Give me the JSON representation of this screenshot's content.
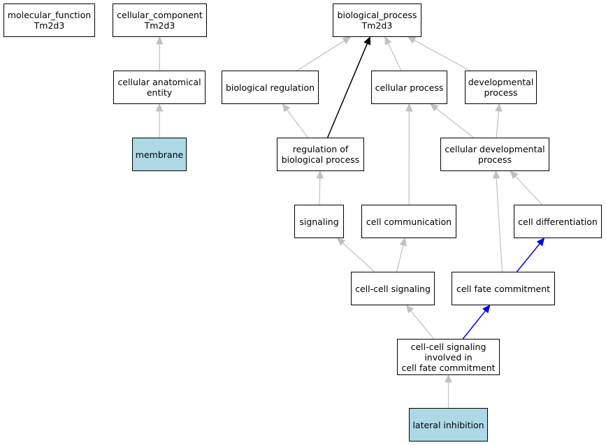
{
  "colors": {
    "default_edge": "#c0c0c0",
    "is_a_edge": "#000000",
    "highlight_edge": "#0000ff",
    "annotated_fill": "#add8e6",
    "node_fill": "#ffffff"
  },
  "nodes": {
    "molecular_function": {
      "label": "molecular_function\nTm2d3"
    },
    "cellular_component": {
      "label": "cellular_component\nTm2d3"
    },
    "biological_process": {
      "label": "biological_process\nTm2d3"
    },
    "cellular_anatomical_entity": {
      "label": "cellular anatomical\nentity"
    },
    "membrane": {
      "label": "membrane"
    },
    "biological_regulation": {
      "label": "biological regulation"
    },
    "cellular_process": {
      "label": "cellular process"
    },
    "developmental_process": {
      "label": "developmental\nprocess"
    },
    "regulation_of_biological_process": {
      "label": "regulation of\nbiological process"
    },
    "cellular_developmental_process": {
      "label": "cellular developmental\nprocess"
    },
    "signaling": {
      "label": "signaling"
    },
    "cell_communication": {
      "label": "cell communication"
    },
    "cell_differentiation": {
      "label": "cell differentiation"
    },
    "cell_cell_signaling": {
      "label": "cell-cell signaling"
    },
    "cell_fate_commitment": {
      "label": "cell fate commitment"
    },
    "cell_cell_signaling_cfc": {
      "label": "cell-cell signaling\ninvolved in\ncell fate commitment"
    },
    "lateral_inhibition": {
      "label": "lateral inhibition"
    }
  },
  "edges": [
    {
      "from": "cellular_anatomical_entity",
      "to": "cellular_component",
      "style": "default"
    },
    {
      "from": "membrane",
      "to": "cellular_anatomical_entity",
      "style": "default"
    },
    {
      "from": "biological_regulation",
      "to": "biological_process",
      "style": "default"
    },
    {
      "from": "regulation_of_biological_process",
      "to": "biological_process",
      "style": "is_a"
    },
    {
      "from": "cellular_process",
      "to": "biological_process",
      "style": "default"
    },
    {
      "from": "developmental_process",
      "to": "biological_process",
      "style": "default"
    },
    {
      "from": "regulation_of_biological_process",
      "to": "biological_regulation",
      "style": "default"
    },
    {
      "from": "cellular_developmental_process",
      "to": "cellular_process",
      "style": "default"
    },
    {
      "from": "cellular_developmental_process",
      "to": "developmental_process",
      "style": "default"
    },
    {
      "from": "signaling",
      "to": "regulation_of_biological_process",
      "style": "default"
    },
    {
      "from": "cell_communication",
      "to": "cellular_process",
      "style": "default"
    },
    {
      "from": "cell_differentiation",
      "to": "cellular_developmental_process",
      "style": "default"
    },
    {
      "from": "cell_cell_signaling",
      "to": "signaling",
      "style": "default"
    },
    {
      "from": "cell_cell_signaling",
      "to": "cell_communication",
      "style": "default"
    },
    {
      "from": "cell_fate_commitment",
      "to": "cellular_developmental_process",
      "style": "default"
    },
    {
      "from": "cell_fate_commitment",
      "to": "cell_differentiation",
      "style": "highlight"
    },
    {
      "from": "cell_cell_signaling_cfc",
      "to": "cell_cell_signaling",
      "style": "default"
    },
    {
      "from": "cell_cell_signaling_cfc",
      "to": "cell_fate_commitment",
      "style": "highlight"
    },
    {
      "from": "lateral_inhibition",
      "to": "cell_cell_signaling_cfc",
      "style": "default"
    }
  ]
}
